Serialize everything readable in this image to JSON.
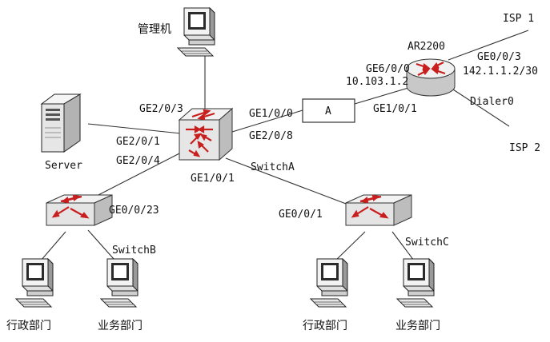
{
  "nodes": {
    "admin_pc": {
      "label": "管理机"
    },
    "server": {
      "label": "Server"
    },
    "switch_a": {
      "label": "SwitchA"
    },
    "switch_b": {
      "label": "SwitchB"
    },
    "switch_c": {
      "label": "SwitchC"
    },
    "device_a": {
      "label": "A"
    },
    "router": {
      "label": "AR2200"
    },
    "isp1": {
      "label": "ISP 1"
    },
    "isp2": {
      "label": "ISP 2"
    },
    "pc_b1": {
      "label": "行政部门"
    },
    "pc_b2": {
      "label": "业务部门"
    },
    "pc_c1": {
      "label": "行政部门"
    },
    "pc_c2": {
      "label": "业务部门"
    }
  },
  "ports": {
    "sa_ge2_0_3": "GE2/0/3",
    "sa_ge1_0_0": "GE1/0/0",
    "sa_ge2_0_8": "GE2/0/8",
    "sa_ge2_0_1": "GE2/0/1",
    "sa_ge2_0_4": "GE2/0/4",
    "sa_ge1_0_1": "GE1/0/1",
    "sb_ge0_0_23": "GE0/0/23",
    "sc_ge0_0_1": "GE0/0/1",
    "a_ge1_0_1": "GE1/0/1",
    "r_ge6_0_0": "GE6/0/0",
    "r_ip_inside": "10.103.1.2",
    "r_ge0_0_3": "GE0/0/3",
    "r_ip_isp1": "142.1.1.2/30",
    "r_dialer0": "Dialer0"
  }
}
